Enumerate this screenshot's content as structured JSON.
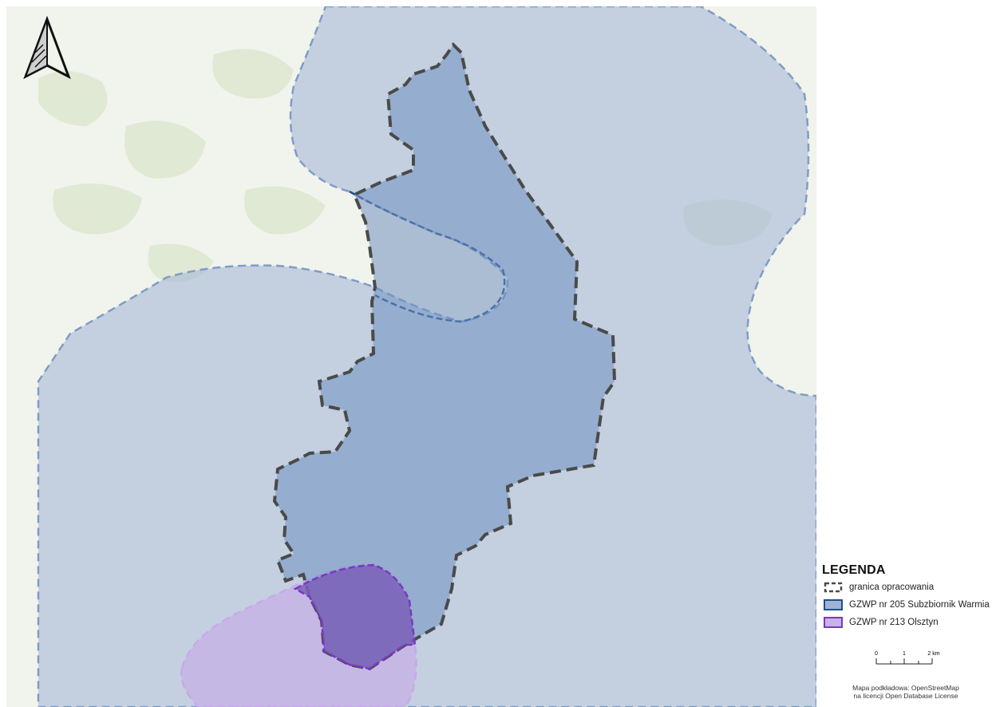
{
  "colors": {
    "base": "#f1f4ec",
    "forest": "#dfe8d2",
    "gzwp205_fill": "#9fb3d6",
    "gzwp205_line": "#1f4e8c",
    "gzwp213_fill": "#b9a3df",
    "gzwp213_line": "#7a36c4",
    "study_area_fill": "#6f8fc0",
    "study_area_line": "#4a4a4a"
  },
  "legend": {
    "title": "LEGENDA",
    "items": [
      {
        "label": "granica opracowania",
        "icon": "dashed-boundary-icon"
      },
      {
        "label": "GZWP nr 205 Subzbiornik Warmia",
        "icon": "blue-area-icon"
      },
      {
        "label": "GZWP nr 213 Olsztyn",
        "icon": "purple-area-icon"
      }
    ]
  },
  "scale": {
    "ticks": [
      "0",
      "1",
      "2 km"
    ]
  },
  "attribution": {
    "line1": "Mapa podkładowa: OpenStreetMap",
    "line2": "na licencji Open Database License"
  },
  "north_arrow": {
    "icon": "north-arrow-icon"
  }
}
